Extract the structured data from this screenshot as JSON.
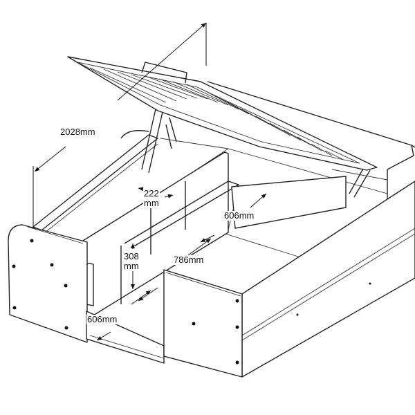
{
  "title": "Ottoman storage bed dimension diagram",
  "dimensions": {
    "length": "2028mm",
    "compartment_width": "222",
    "compartment_width_unit": "mm",
    "rear_depth": "606mm",
    "height": "308",
    "height_unit": "mm",
    "middle_depth": "786mm",
    "front_depth": "606mm"
  }
}
